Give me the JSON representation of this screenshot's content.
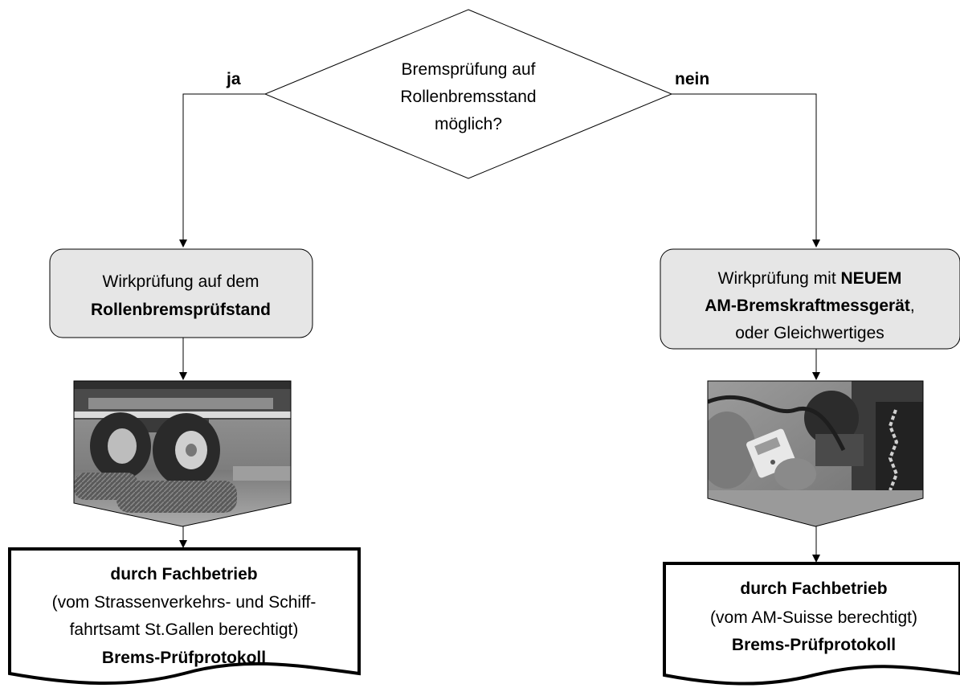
{
  "decision": {
    "lines": [
      "Bremsprüfung auf",
      "Rollenbremsstand",
      "möglich?"
    ],
    "yes_label": "ja",
    "no_label": "nein"
  },
  "left": {
    "box_line1": "Wirkprüfung auf dem",
    "box_line2_bold": "Rollenbremsprüfstand",
    "doc_title": "durch Fachbetrieb",
    "doc_line2": "(vom Strassenverkehrs- und Schiff-",
    "doc_line3": "fahrtsamt St.Gallen berechtigt)",
    "doc_footer": "Brems-Prüfprotokoll"
  },
  "right": {
    "box_line1_normal": "Wirkprüfung mit ",
    "box_line1_bold": "NEUEM",
    "box_line2_bold": "AM-Bremskraftmessgerät",
    "box_line2_normal": ",",
    "box_line3": "oder Gleichwertiges",
    "doc_title": "durch Fachbetrieb",
    "doc_line2": "(vom AM-Suisse berechtigt)",
    "doc_footer": "Brems-Prüfprotokoll"
  },
  "colors": {
    "box_fill": "#e6e6e6",
    "stroke": "#000000"
  }
}
